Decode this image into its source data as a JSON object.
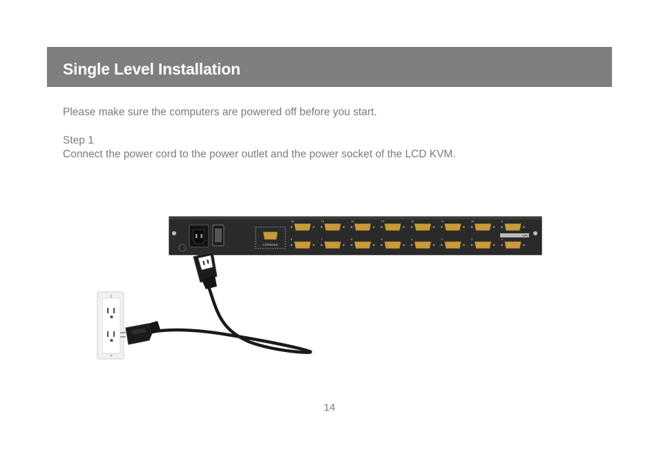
{
  "header": {
    "title": "Single Level Installation"
  },
  "content": {
    "intro": "Please make sure the computers are powered off before you start.",
    "step_label": "Step 1",
    "step_text": "Connect the power cord to the power outlet and the power socket of the LCD KVM."
  },
  "figure": {
    "console_label": "CONSOLE",
    "port_numbers_top": [
      "16",
      "15",
      "14",
      "13",
      "12",
      "11",
      "10",
      "9"
    ],
    "port_numbers_bottom": [
      "8",
      "7",
      "6",
      "5",
      "4",
      "3",
      "2",
      "1"
    ],
    "cpu_label": "CPU"
  },
  "footer": {
    "page_number": "14"
  },
  "colors": {
    "header_bg": "#7f7e80",
    "text": "#7b7b7b",
    "kvm_panel": "#2b2b2b",
    "port_gold": "#c89a3a"
  }
}
